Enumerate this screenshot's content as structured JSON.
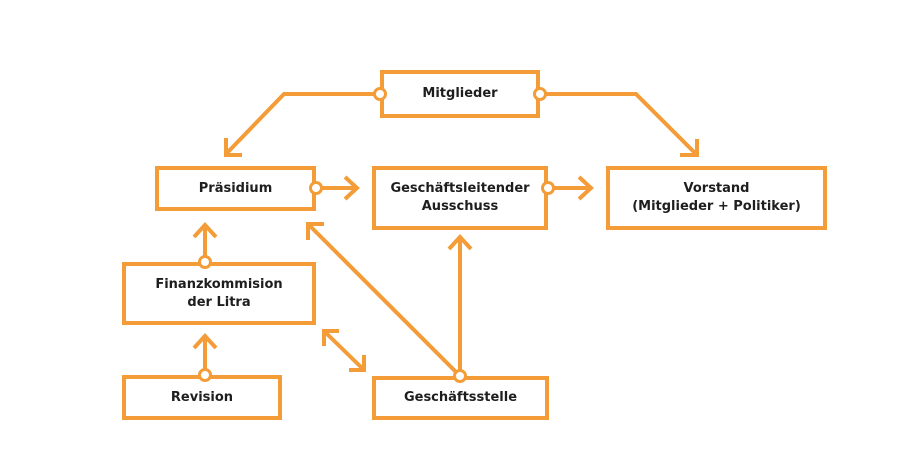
{
  "colors": {
    "accent": "#f39c38",
    "text": "#1e1e1e",
    "background": "#ffffff"
  },
  "nodes": {
    "mitglieder": "Mitglieder",
    "praesidium": "Präsidium",
    "gla": "Geschäftsleitender\nAusschuss",
    "vorstand": "Vorstand\n(Mitglieder + Politiker)",
    "finanz": "Finanzkommision\nder Litra",
    "revision": "Revision",
    "geschaeftsstelle": "Geschäftsstelle"
  },
  "connections": [
    {
      "from": "Mitglieder",
      "to": "Präsidium"
    },
    {
      "from": "Mitglieder",
      "to": "Vorstand"
    },
    {
      "from": "Präsidium",
      "to": "Geschäftsleitender Ausschuss"
    },
    {
      "from": "Geschäftsleitender Ausschuss",
      "to": "Vorstand"
    },
    {
      "from": "Finanzkommision der Litra",
      "to": "Präsidium"
    },
    {
      "from": "Revision",
      "to": "Finanzkommision der Litra"
    },
    {
      "from": "Geschäftsstelle",
      "to": "Geschäftsleitender Ausschuss"
    },
    {
      "from": "Geschäftsstelle",
      "to": "Präsidium"
    },
    {
      "from": "Geschäftsstelle",
      "to": "Finanzkommision der Litra",
      "bidirectional": true
    }
  ]
}
